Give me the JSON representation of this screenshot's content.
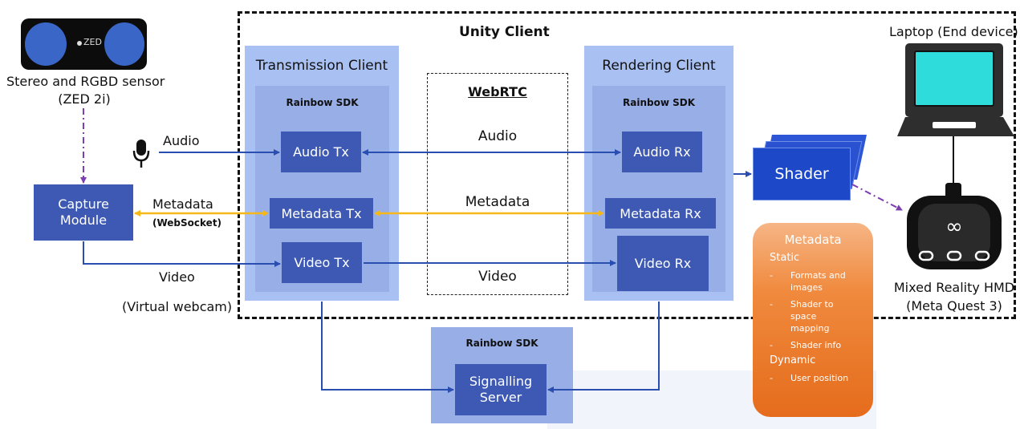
{
  "unity_client": {
    "title": "Unity Client"
  },
  "sensor": {
    "logo_text": "ZED",
    "label_line1": "Stereo and RGBD sensor",
    "label_line2": "(ZED 2i)"
  },
  "capture_module": {
    "label_line1": "Capture",
    "label_line2": "Module"
  },
  "left_labels": {
    "audio": "Audio",
    "metadata": "Metadata",
    "websocket": "(WebSocket)",
    "video": "Video",
    "virtual_webcam": "(Virtual webcam)"
  },
  "transmission_client": {
    "title": "Transmission Client",
    "sdk": "Rainbow SDK",
    "audio_tx": "Audio Tx",
    "metadata_tx": "Metadata Tx",
    "video_tx": "Video Tx"
  },
  "webrtc": {
    "title": "WebRTC",
    "audio": "Audio",
    "metadata": "Metadata",
    "video": "Video"
  },
  "rendering_client": {
    "title": "Rendering Client",
    "sdk": "Rainbow SDK",
    "audio_rx": "Audio Rx",
    "metadata_rx": "Metadata Rx",
    "video_rx": "Video Rx"
  },
  "shader": {
    "label": "Shader"
  },
  "laptop": {
    "label": "Laptop (End device)"
  },
  "hmd": {
    "label_line1": "Mixed Reality HMD",
    "label_line2": "(Meta Quest 3)"
  },
  "signalling": {
    "sdk": "Rainbow SDK",
    "label_line1": "Signalling",
    "label_line2": "Server"
  },
  "metadata_card": {
    "title": "Metadata",
    "static_heading": "Static",
    "static_items": [
      "Formats and images",
      "Shader to space mapping",
      "Shader info"
    ],
    "dynamic_heading": "Dynamic",
    "dynamic_items": [
      "User position"
    ]
  },
  "colors": {
    "dark_box": "#3d59b4",
    "panel_outer": "#a9c0f2",
    "panel_inner": "#98aee6",
    "arrow_blue": "#2a4db0",
    "arrow_yellow": "#f5b818",
    "dashdot_purple": "#7b3fb0",
    "metadata_card": "#ec7428",
    "laptop_screen": "#2fdcdc"
  }
}
